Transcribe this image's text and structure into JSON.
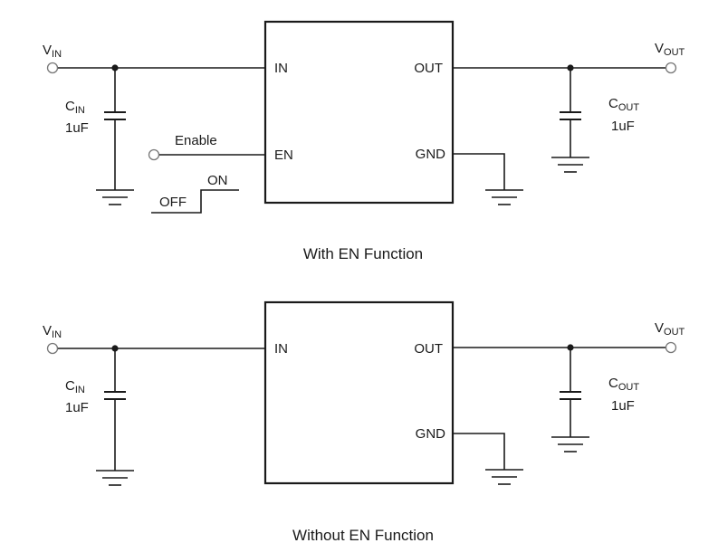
{
  "diagrams": [
    {
      "caption": "With EN Function",
      "vin": {
        "main": "V",
        "sub": "IN"
      },
      "vout": {
        "main": "V",
        "sub": "OUT"
      },
      "cin": {
        "main": "C",
        "sub": "IN",
        "value": "1uF"
      },
      "cout": {
        "main": "C",
        "sub": "OUT",
        "value": "1uF"
      },
      "pins": {
        "in": "IN",
        "out": "OUT",
        "en": "EN",
        "gnd": "GND"
      },
      "enable_label": "Enable",
      "switch_off": "OFF",
      "switch_on": "ON"
    },
    {
      "caption": "Without EN Function",
      "vin": {
        "main": "V",
        "sub": "IN"
      },
      "vout": {
        "main": "V",
        "sub": "OUT"
      },
      "cin": {
        "main": "C",
        "sub": "IN",
        "value": "1uF"
      },
      "cout": {
        "main": "C",
        "sub": "OUT",
        "value": "1uF"
      },
      "pins": {
        "in": "IN",
        "out": "OUT",
        "gnd": "GND"
      }
    }
  ]
}
